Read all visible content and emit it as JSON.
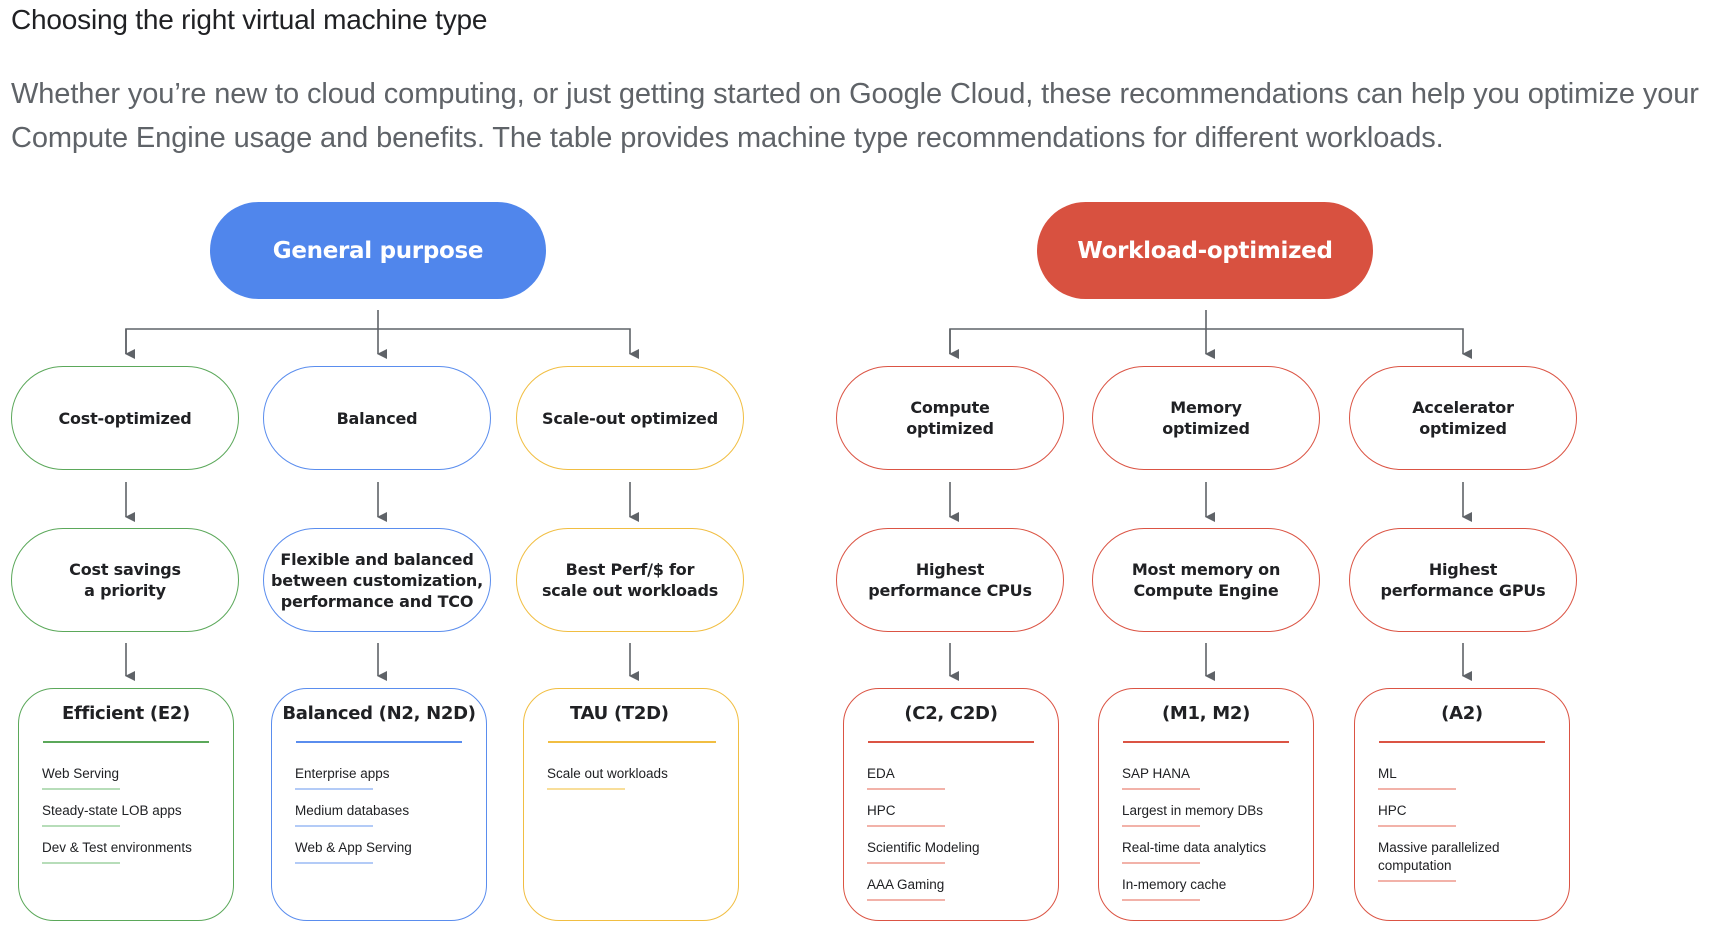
{
  "header": {
    "title": "Choosing the right virtual machine type",
    "intro_line1": "Whether you’re new to cloud computing, or just getting started on Google Cloud, these recommendations can help you optimize your",
    "intro_line2": "Compute Engine usage and benefits. The table provides machine type recommendations for different workloads."
  },
  "colors": {
    "blue": "#5086EC",
    "red": "#D85140",
    "green": "#5BA85A",
    "blue_outline": "#5A8DEE",
    "yellow": "#F1BE42",
    "red_outline": "#DB5444",
    "arrow": "#5f6368",
    "green_light": "#B7DDB9",
    "blue_light": "#B3CBF7",
    "yellow_light": "#F8DE9A",
    "red_light": "#F2B2A9"
  },
  "diagram": {
    "general_purpose": {
      "label": "General purpose",
      "columns": [
        {
          "category": "Cost-optimized",
          "benefit": "Cost savings\na priority",
          "machine": "Efficient (E2)",
          "workloads": [
            "Web Serving",
            "Steady-state LOB apps",
            "Dev & Test environments"
          ]
        },
        {
          "category": "Balanced",
          "benefit": "Flexible and balanced\nbetween customization,\nperformance and TCO",
          "machine": "Balanced (N2, N2D)",
          "workloads": [
            "Enterprise apps",
            "Medium databases",
            "Web & App Serving"
          ]
        },
        {
          "category": "Scale-out optimized",
          "benefit": "Best Perf/$ for\nscale out workloads",
          "machine": "TAU (T2D)",
          "workloads": [
            "Scale out workloads"
          ]
        }
      ]
    },
    "workload_optimized": {
      "label": "Workload-optimized",
      "columns": [
        {
          "category": "Compute\noptimized",
          "benefit": "Highest\nperformance CPUs",
          "machine": "(C2, C2D)",
          "workloads": [
            "EDA",
            "HPC",
            "Scientific Modeling",
            "AAA Gaming"
          ]
        },
        {
          "category": "Memory\noptimized",
          "benefit": "Most memory on\nCompute Engine",
          "machine": "(M1, M2)",
          "workloads": [
            "SAP HANA",
            "Largest in memory DBs",
            "Real-time data analytics",
            "In-memory cache"
          ]
        },
        {
          "category": "Accelerator\noptimized",
          "benefit": "Highest\nperformance GPUs",
          "machine": "(A2)",
          "workloads": [
            "ML",
            "HPC",
            "Massive parallelized\ncomputation"
          ]
        }
      ]
    }
  }
}
